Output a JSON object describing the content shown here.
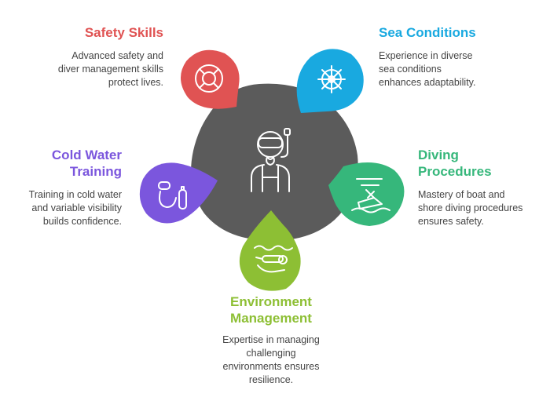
{
  "colors": {
    "hub": "#5b5b5b",
    "safety": "#e05353",
    "sea": "#19a9e0",
    "diving": "#36b77b",
    "environment": "#8dbf34",
    "cold": "#7b56dd",
    "icon_stroke": "#ffffff"
  },
  "hub": {
    "icon": "diver-icon"
  },
  "items": {
    "safety": {
      "title": "Safety Skills",
      "desc": [
        "Advanced safety and",
        "diver management skills",
        "protect lives."
      ],
      "icon": "lifebuoy-icon"
    },
    "sea": {
      "title": "Sea Conditions",
      "desc": [
        "Experience in diverse",
        "sea conditions",
        "enhances adaptability."
      ],
      "icon": "ship-wheel-icon"
    },
    "diving": {
      "title": [
        "Diving",
        "Procedures"
      ],
      "desc": [
        "Mastery of boat and",
        "shore diving procedures",
        "ensures safety."
      ],
      "icon": "dive-boat-icon"
    },
    "environment": {
      "title": [
        "Environment",
        "Management"
      ],
      "desc": [
        "Expertise in managing",
        "challenging",
        "environments ensures",
        "resilience."
      ],
      "icon": "swimming-diver-icon"
    },
    "cold": {
      "title": [
        "Cold Water",
        "Training"
      ],
      "desc": [
        "Training in cold water",
        "and variable visibility",
        "builds confidence."
      ],
      "icon": "scuba-gear-icon"
    }
  }
}
